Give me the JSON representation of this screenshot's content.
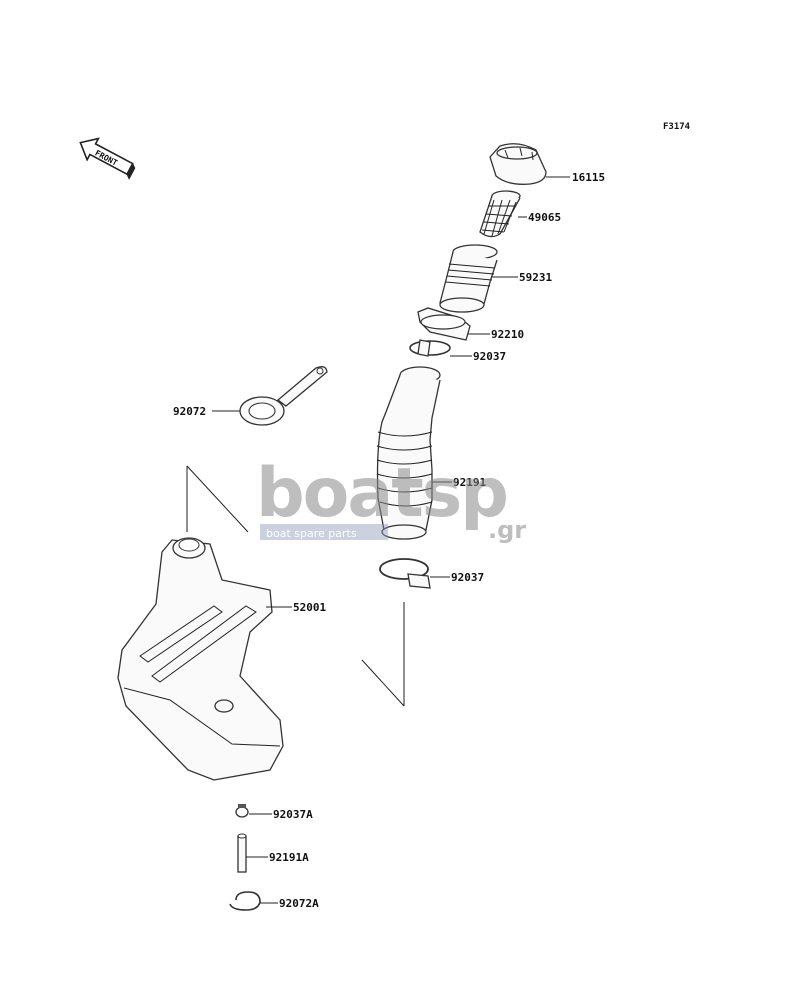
{
  "figure_code": "F3174",
  "front_label": "FRONT",
  "parts": [
    {
      "id": "16115",
      "name": "filler-cap"
    },
    {
      "id": "49065",
      "name": "strainer"
    },
    {
      "id": "59231",
      "name": "filler-neck"
    },
    {
      "id": "92210",
      "name": "nut"
    },
    {
      "id": "92037",
      "name": "clamp-upper"
    },
    {
      "id": "92072",
      "name": "strap"
    },
    {
      "id": "92191",
      "name": "filler-hose"
    },
    {
      "id": "92037",
      "name": "clamp-lower"
    },
    {
      "id": "52001",
      "name": "fuel-tank"
    },
    {
      "id": "92037A",
      "name": "clamp-small"
    },
    {
      "id": "92191A",
      "name": "breather-tube"
    },
    {
      "id": "92072A",
      "name": "clip"
    }
  ],
  "watermark": {
    "main": "boatsp",
    "suffix": ".gr",
    "tagline": "boat spare parts"
  }
}
